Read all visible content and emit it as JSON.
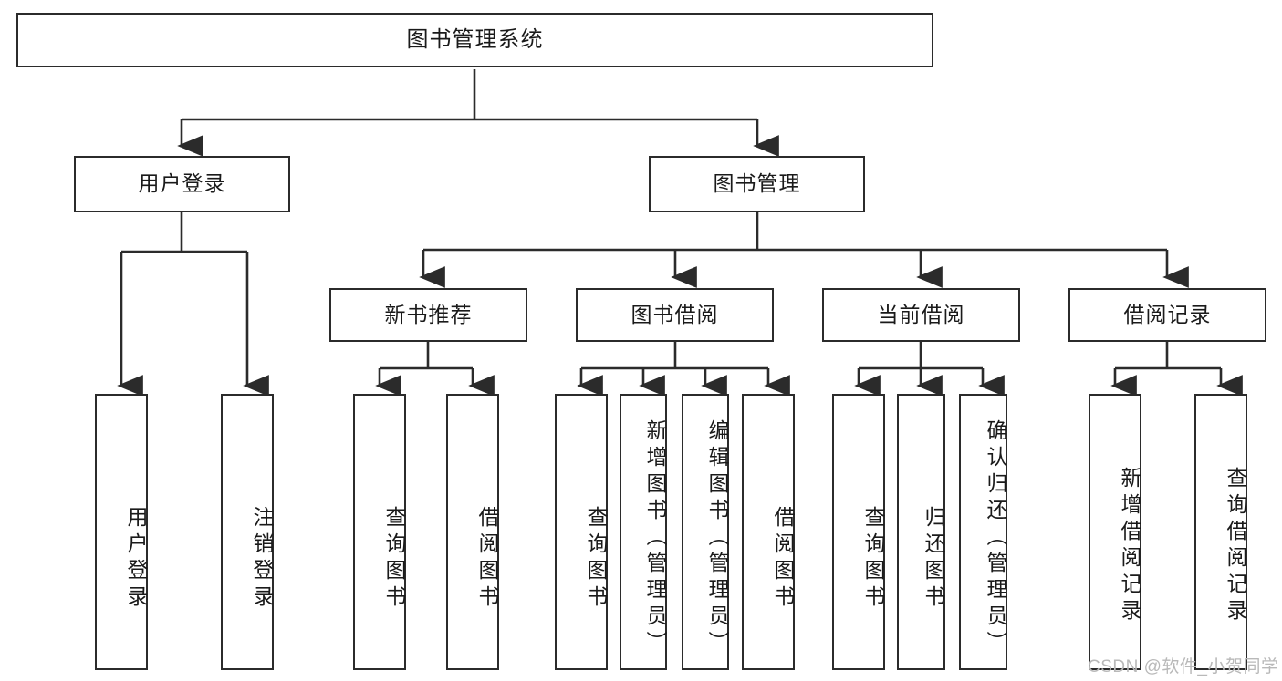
{
  "diagram": {
    "title": "图书管理系统",
    "type": "hierarchy-tree",
    "levels": 4,
    "root": {
      "id": "root",
      "label": "图书管理系统"
    },
    "level2": [
      {
        "id": "user-login",
        "label": "用户登录"
      },
      {
        "id": "book-management",
        "label": "图书管理"
      }
    ],
    "level3": [
      {
        "id": "new-book-recommend",
        "label": "新书推荐"
      },
      {
        "id": "book-borrow",
        "label": "图书借阅"
      },
      {
        "id": "current-borrow",
        "label": "当前借阅"
      },
      {
        "id": "borrow-record",
        "label": "借阅记录"
      }
    ],
    "leaves": [
      {
        "id": "leaf-user-login",
        "label": "用户登录",
        "parent": "user-login"
      },
      {
        "id": "leaf-user-logout",
        "label": "注销登录",
        "parent": "user-login"
      },
      {
        "id": "leaf-query-book-1",
        "label": "查询图书",
        "parent": "new-book-recommend"
      },
      {
        "id": "leaf-borrow-book-1",
        "label": "借阅图书",
        "parent": "new-book-recommend"
      },
      {
        "id": "leaf-query-book-2",
        "label": "查询图书",
        "parent": "book-borrow"
      },
      {
        "id": "leaf-add-book",
        "label": "新增图书（管理员）",
        "parent": "book-borrow"
      },
      {
        "id": "leaf-edit-book",
        "label": "编辑图书（管理员）",
        "parent": "book-borrow"
      },
      {
        "id": "leaf-borrow-book-2",
        "label": "借阅图书",
        "parent": "book-borrow"
      },
      {
        "id": "leaf-query-book-3",
        "label": "查询图书",
        "parent": "current-borrow"
      },
      {
        "id": "leaf-return-book",
        "label": "归还图书",
        "parent": "current-borrow"
      },
      {
        "id": "leaf-confirm-return",
        "label": "确认归还（管理员）",
        "parent": "current-borrow"
      },
      {
        "id": "leaf-add-record",
        "label": "新增借阅记录",
        "parent": "borrow-record"
      },
      {
        "id": "leaf-query-record",
        "label": "查询借阅记录",
        "parent": "borrow-record"
      }
    ],
    "colors": {
      "stroke": "#2b2b2b",
      "fill": "#ffffff",
      "text": "#1a1a1a",
      "watermark": "#b9b9b9"
    }
  },
  "watermark": {
    "text": "CSDN @软件_小贺同学"
  }
}
